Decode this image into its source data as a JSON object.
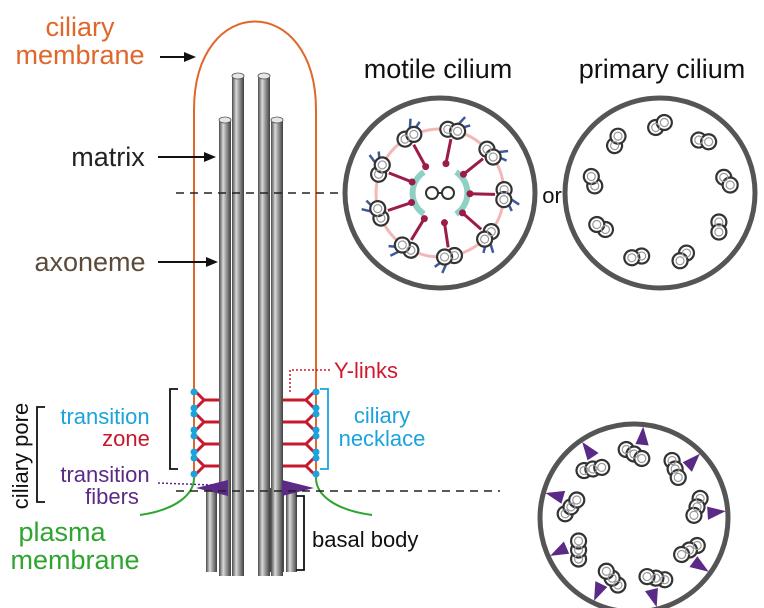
{
  "labels": {
    "ciliary_membrane_1": "ciliary",
    "ciliary_membrane_2": "membrane",
    "matrix": "matrix",
    "axoneme": "axoneme",
    "motile_cilium": "motile cilium",
    "primary_cilium": "primary cilium",
    "or": "or",
    "y_links": "Y-links",
    "transition_1": "transition",
    "transition_2": "zone",
    "ciliary_necklace_1": "ciliary",
    "ciliary_necklace_2": "necklace",
    "ciliary_pore": "ciliary pore",
    "transition_fibers_1": "transition",
    "transition_fibers_2": "fibers",
    "plasma_membrane_1": "plasma",
    "plasma_membrane_2": "membrane",
    "basal_body": "basal body"
  },
  "colors": {
    "ciliary_membrane": "#e0662a",
    "matrix_text": "#222222",
    "axoneme_text": "#5c4a3a",
    "transition_blue": "#1aa3dc",
    "transition_red": "#c8182b",
    "y_links_red": "#d0192d",
    "transition_fibers": "#5a2a86",
    "plasma_membrane": "#2da52f",
    "tube_dark": "#555555",
    "tube_light": "#d8d8d8",
    "circle_border": "#555555",
    "central_pair": "#8fd0c4",
    "radial_spoke": "#9b1b4b",
    "dynein": "#3b5a9a",
    "nexin": "#f2b8b8"
  }
}
